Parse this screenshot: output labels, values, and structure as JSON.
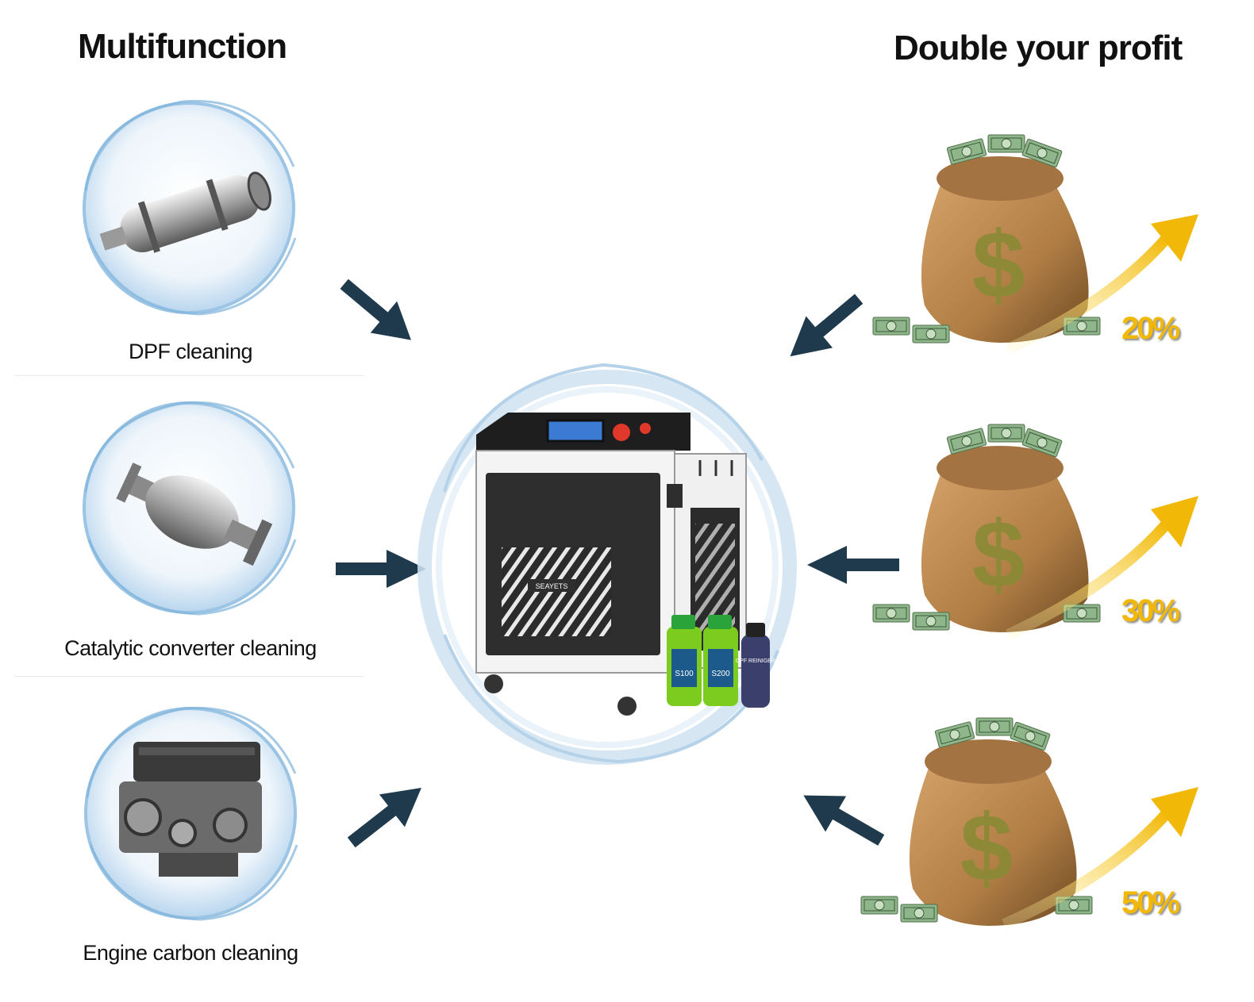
{
  "left_panel": {
    "heading": "Multifunction",
    "items": [
      {
        "label": "DPF cleaning",
        "icon": "dpf-filter-icon"
      },
      {
        "label": "Catalytic converter cleaning",
        "icon": "catalytic-converter-icon"
      },
      {
        "label": "Engine carbon cleaning",
        "icon": "engine-icon"
      }
    ]
  },
  "right_panel": {
    "heading": "Double your profit",
    "items": [
      {
        "percent": "20%",
        "icon": "money-bag-icon"
      },
      {
        "percent": "30%",
        "icon": "money-bag-icon"
      },
      {
        "percent": "50%",
        "icon": "money-bag-icon"
      }
    ]
  },
  "center": {
    "machine_brand": "SEAYETS",
    "product_labels": [
      "S100",
      "S200",
      "DPF REINIGER"
    ],
    "icon": "hho-cleaning-machine-icon"
  },
  "colors": {
    "arrow": "#1f3a4d",
    "percent_text": "#f2b807",
    "growth_arrow": "#f4c21a",
    "bag": "#b07d45",
    "dollar": "#8a8a35",
    "water_bubble": "#cfe3f2",
    "bottle_green": "#7ccc1f"
  }
}
